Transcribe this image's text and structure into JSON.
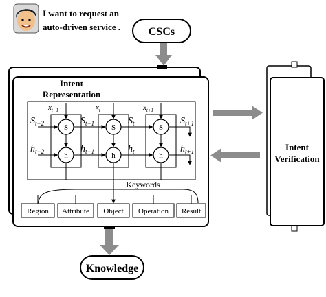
{
  "user": {
    "request_line1": "I want to request an",
    "request_line2": "auto-driven service ."
  },
  "cscs": {
    "label": "CSCs"
  },
  "intent_representation": {
    "title_line1": "Intent",
    "title_line2": "Representation",
    "rnn": {
      "cell_state_symbol": "S",
      "hidden_symbol": "h",
      "inputs": [
        {
          "base": "x",
          "sub": "t−1"
        },
        {
          "base": "x",
          "sub": "t"
        },
        {
          "base": "x",
          "sub": "t+1"
        }
      ],
      "states": [
        {
          "base": "S",
          "sub": "t−2"
        },
        {
          "base": "S",
          "sub": "t−1"
        },
        {
          "base": "S",
          "sub": "t"
        },
        {
          "base": "S",
          "sub": "t+1"
        }
      ],
      "hiddens": [
        {
          "base": "h",
          "sub": "t−2"
        },
        {
          "base": "h",
          "sub": "t−1"
        },
        {
          "base": "h",
          "sub": "t"
        },
        {
          "base": "h",
          "sub": "t+1"
        }
      ]
    },
    "keywords_label": "Keywords",
    "keywords": [
      "Region",
      "Attribute",
      "Object",
      "Operation",
      "Result"
    ]
  },
  "intent_verification": {
    "label_line1": "Intent",
    "label_line2": "Verification"
  },
  "knowledge": {
    "label": "Knowledge"
  },
  "colors": {
    "line": "#000000",
    "arrow_gray": "#8c8c8c",
    "face_skin": "#f2c08a",
    "hair": "#1a1a1a",
    "avatar_bg": "#d9d9d9"
  }
}
